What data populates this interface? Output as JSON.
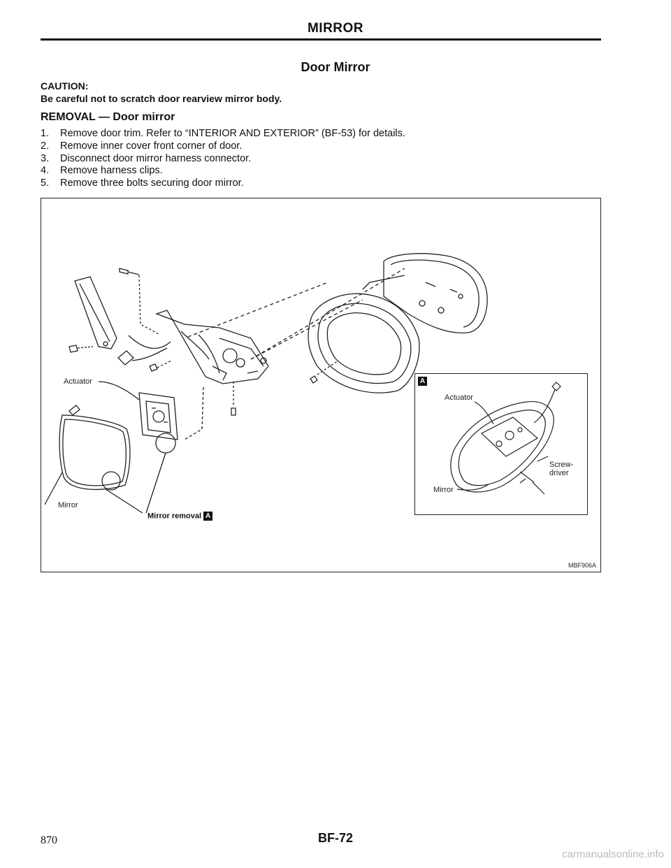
{
  "header": {
    "title": "MIRROR",
    "section_title": "Door Mirror"
  },
  "caution": {
    "label": "CAUTION:",
    "text": "Be careful not to scratch door rearview mirror body."
  },
  "removal": {
    "heading": "REMOVAL — Door mirror",
    "steps": [
      {
        "num": "1.",
        "text": "Remove door trim. Refer to “INTERIOR AND EXTERIOR” (BF-53) for details."
      },
      {
        "num": "2.",
        "text": "Remove inner cover front corner of door."
      },
      {
        "num": "3.",
        "text": "Disconnect door mirror harness connector."
      },
      {
        "num": "4.",
        "text": "Remove harness clips."
      },
      {
        "num": "5.",
        "text": "Remove three bolts securing door mirror."
      }
    ]
  },
  "figure": {
    "labels": {
      "actuator": "Actuator",
      "mirror": "Mirror",
      "mirror_removal": "Mirror removal",
      "badge": "A"
    },
    "detail": {
      "badge": "A",
      "actuator": "Actuator",
      "screwdriver_line1": "Screw-",
      "screwdriver_line2": "driver",
      "mirror": "Mirror"
    },
    "code": "MBF906A"
  },
  "footer": {
    "page_number": "870",
    "page_code": "BF-72",
    "watermark": "carmanualsonline.info"
  }
}
